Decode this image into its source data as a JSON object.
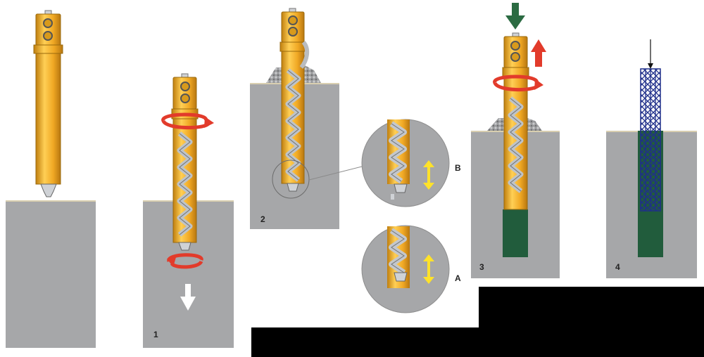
{
  "steps": [
    {
      "label": ""
    },
    {
      "label": "1"
    },
    {
      "label": "2"
    },
    {
      "label": "3"
    },
    {
      "label": "4"
    }
  ],
  "details": [
    {
      "label": "B"
    },
    {
      "label": "A"
    }
  ],
  "colors": {
    "soil": "#a6a7a9",
    "casing": "#f1b22c",
    "casing_dark": "#c98a12",
    "auger": "#cfd2d6",
    "concrete": "#215c3c",
    "rotation_arrow": "#e23b2b",
    "lift_arrow": "#e23b2b",
    "push_arrow": "#2b6b42",
    "drill_arrow": "#ffffff",
    "double_arrow": "#ffe22a",
    "cage": "#1f2f8a",
    "spoil": "#8e8f91"
  }
}
